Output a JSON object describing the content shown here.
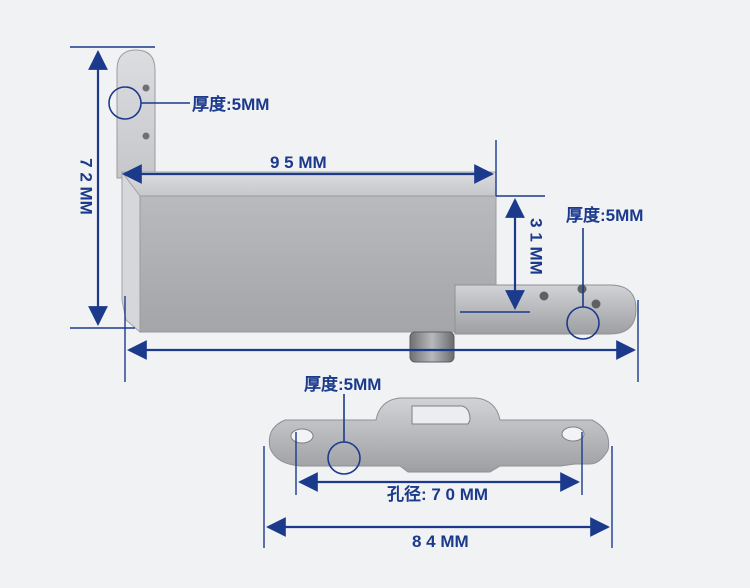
{
  "labels": {
    "thickness_top": "厚度:5MM",
    "thickness_right": "厚度:5MM",
    "thickness_bottom": "厚度:5MM",
    "height_72": "7 2 MM",
    "length_95": "9 5 MM",
    "height_31": "3 1 MM",
    "hole_pitch_70": "孔径: 7 0 MM",
    "length_84": "8 4 MM"
  },
  "colors": {
    "background": "#f1f2f4",
    "dimension_blue": "#1b3a8c",
    "metal_light": "#c8c9cc",
    "metal_mid": "#a9aaad",
    "metal_dark": "#8d8e91"
  }
}
